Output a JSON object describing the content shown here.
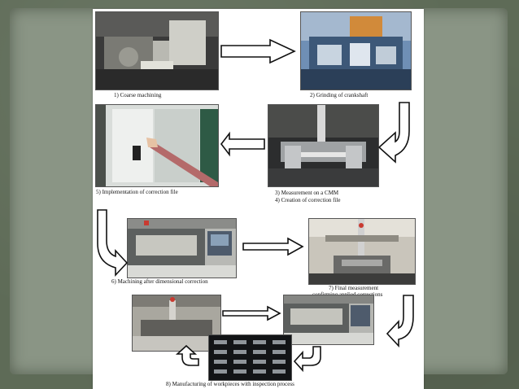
{
  "steps": [
    {
      "label": "1) Coarse machining"
    },
    {
      "label": "2) Grinding of crankshaft"
    },
    {
      "label": "3) Measurement on a CMM"
    },
    {
      "label": "4) Creation of correction file"
    },
    {
      "label": "5) Implementation of correction file"
    },
    {
      "label": "6) Machining after dimensional correction"
    },
    {
      "label": "7) Final measurement"
    },
    {
      "label": "confirming applied corrections"
    },
    {
      "label": "8) Manufacturing of workpieces with inspection process"
    }
  ],
  "colors": {
    "background": "#5e6b57",
    "panel": "#8a9585",
    "sheet": "#ffffff",
    "arrow_stroke": "#111111"
  },
  "icons": {
    "flow_arrow": "right-arrow-icon",
    "curved_arrow": "u-turn-arrow-icon"
  }
}
